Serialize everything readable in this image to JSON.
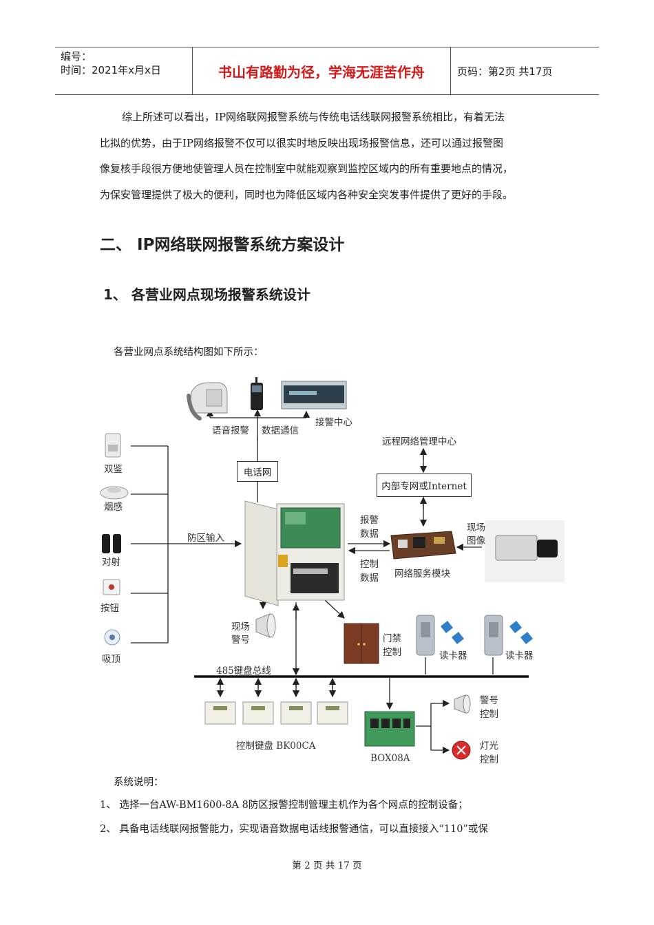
{
  "header": {
    "code_label": "编号：",
    "time_label": "时间：2021年x月x日",
    "motto": "书山有路勤为径，学海无涯苦作舟",
    "page_info": "页码：第2页  共17页"
  },
  "body": {
    "paragraph_lines": [
      "综上所述可以看出，IP网络联网报警系统与传统电话线联网报警系统相比，有着无法",
      "比拟的优势，由于IP网络报警不仅可以很实时地反映出现场报警信息，还可以通过报警图",
      "像复核手段很方便地使管理人员在控制室中就能观察到监控区域内的所有重要地点的情况，",
      "为保安管理提供了极大的便利，同时也为降低区域内各种安全突发事件提供了更好的手段。"
    ],
    "heading_2": "二、  IP网络联网报警系统方案设计",
    "heading_3": "1、  各营业网点现场报警系统设计",
    "intro": "各营业网点系统结构图如下所示：",
    "system_desc_title": "系统说明：",
    "list_items": [
      "1、 选择一台AW-BM1600-8A 8防区报警控制管理主机作为各个网点的控制设备；",
      "2、 具备电话线联网报警能力，实现语音数据电话线报警通信，可以直接接入“110”或保"
    ]
  },
  "diagram": {
    "labels": {
      "voice_alarm": "语音报警",
      "data_comm": "数据通信",
      "alarm_center": "接警中心",
      "remote_mgmt": "远程网络管理中心",
      "phone_net": "电话网",
      "intranet": "内部专网或Internet",
      "dual_tech": "双鉴",
      "smoke": "烟感",
      "beam": "对射",
      "button": "按钮",
      "ceiling": "吸顶",
      "zone_input": "防区输入",
      "alarm_data_1": "报警",
      "alarm_data_2": "数据",
      "control_data_1": "控制",
      "control_data_2": "数据",
      "scene_image_1": "现场",
      "scene_image_2": "图像",
      "net_module": "网络服务模块",
      "siren_1": "现场",
      "siren_2": "警号",
      "access_1": "门禁",
      "access_2": "控制",
      "card_reader": "读卡器",
      "bus": "485键盘总线",
      "keypad": "控制键盘 BK00CA",
      "box": "BOX08A",
      "siren_ctrl_1": "警号",
      "siren_ctrl_2": "控制",
      "light_ctrl_1": "灯光",
      "light_ctrl_2": "控制"
    }
  },
  "footer": {
    "page": "第 2 页 共 17 页"
  }
}
